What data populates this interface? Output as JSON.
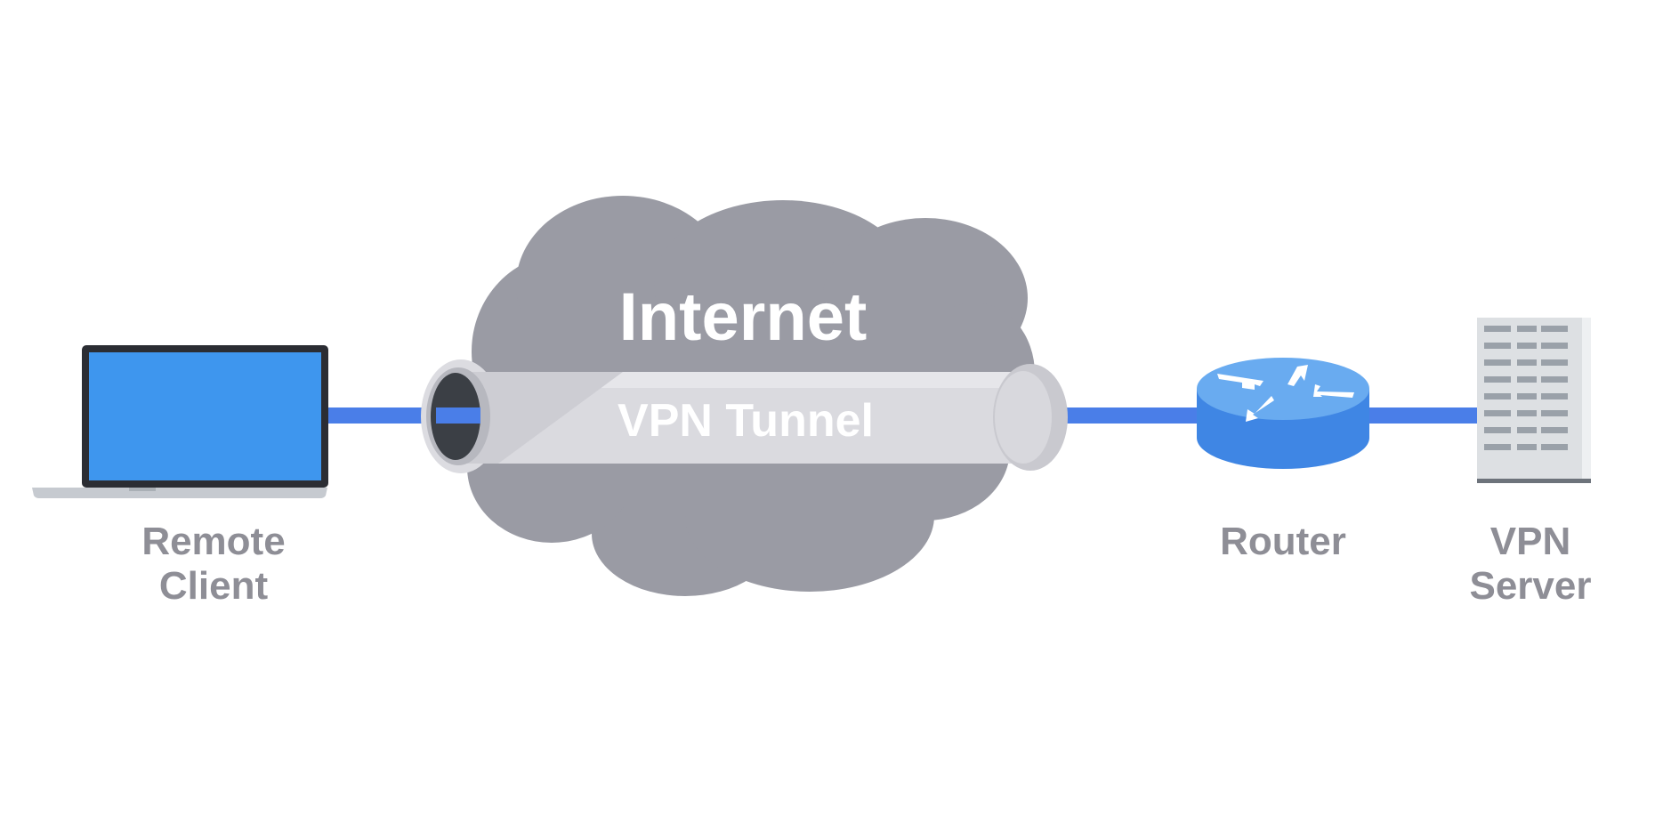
{
  "diagram": {
    "cloud_label": "Internet",
    "tunnel_label": "VPN Tunnel",
    "nodes": {
      "client": {
        "line1": "Remote",
        "line2": "Client"
      },
      "router": {
        "label": "Router"
      },
      "server": {
        "line1": "VPN",
        "line2": "Server"
      }
    }
  },
  "colors": {
    "background": "#ffffff",
    "link": "#4a7ee8",
    "cloud": "#9a9ba4",
    "cloud_text": "#ffffff",
    "tunnel_body": "#dadadf",
    "tunnel_text": "#ffffff",
    "label": "#8e8e96",
    "laptop_screen": "#3e96ee",
    "laptop_frame": "#2b2d33",
    "laptop_base": "#c6cad0",
    "router_top": "#69abf0",
    "router_side": "#3f86e4",
    "server_body": "#dde0e3"
  }
}
